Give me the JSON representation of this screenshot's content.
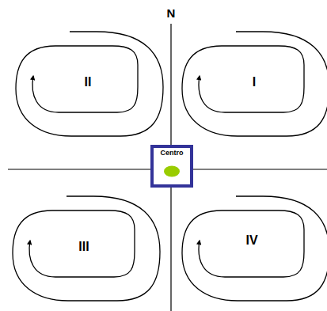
{
  "diagram": {
    "nodes": [
      {
        "text": [
          "Centro"
        ]
      }
    ],
    "labels": [
      "N",
      "II",
      "I",
      "III",
      "IV"
    ]
  }
}
